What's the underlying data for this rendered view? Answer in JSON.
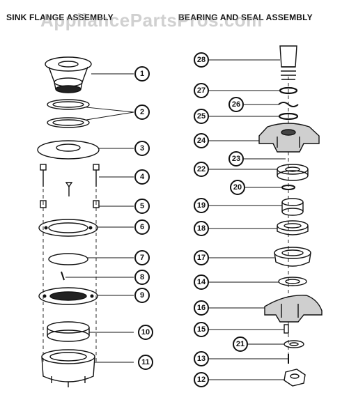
{
  "headings": {
    "left": "SINK FLANGE ASSEMBLY",
    "right": "BEARING AND SEAL ASSEMBLY"
  },
  "watermark": "AppliancePartsPros.com",
  "callouts": [
    "1",
    "2",
    "3",
    "4",
    "5",
    "6",
    "7",
    "8",
    "9",
    "10",
    "11",
    "12",
    "13",
    "14",
    "15",
    "16",
    "17",
    "18",
    "19",
    "20",
    "21",
    "22",
    "23",
    "24",
    "25",
    "26",
    "27",
    "28"
  ]
}
